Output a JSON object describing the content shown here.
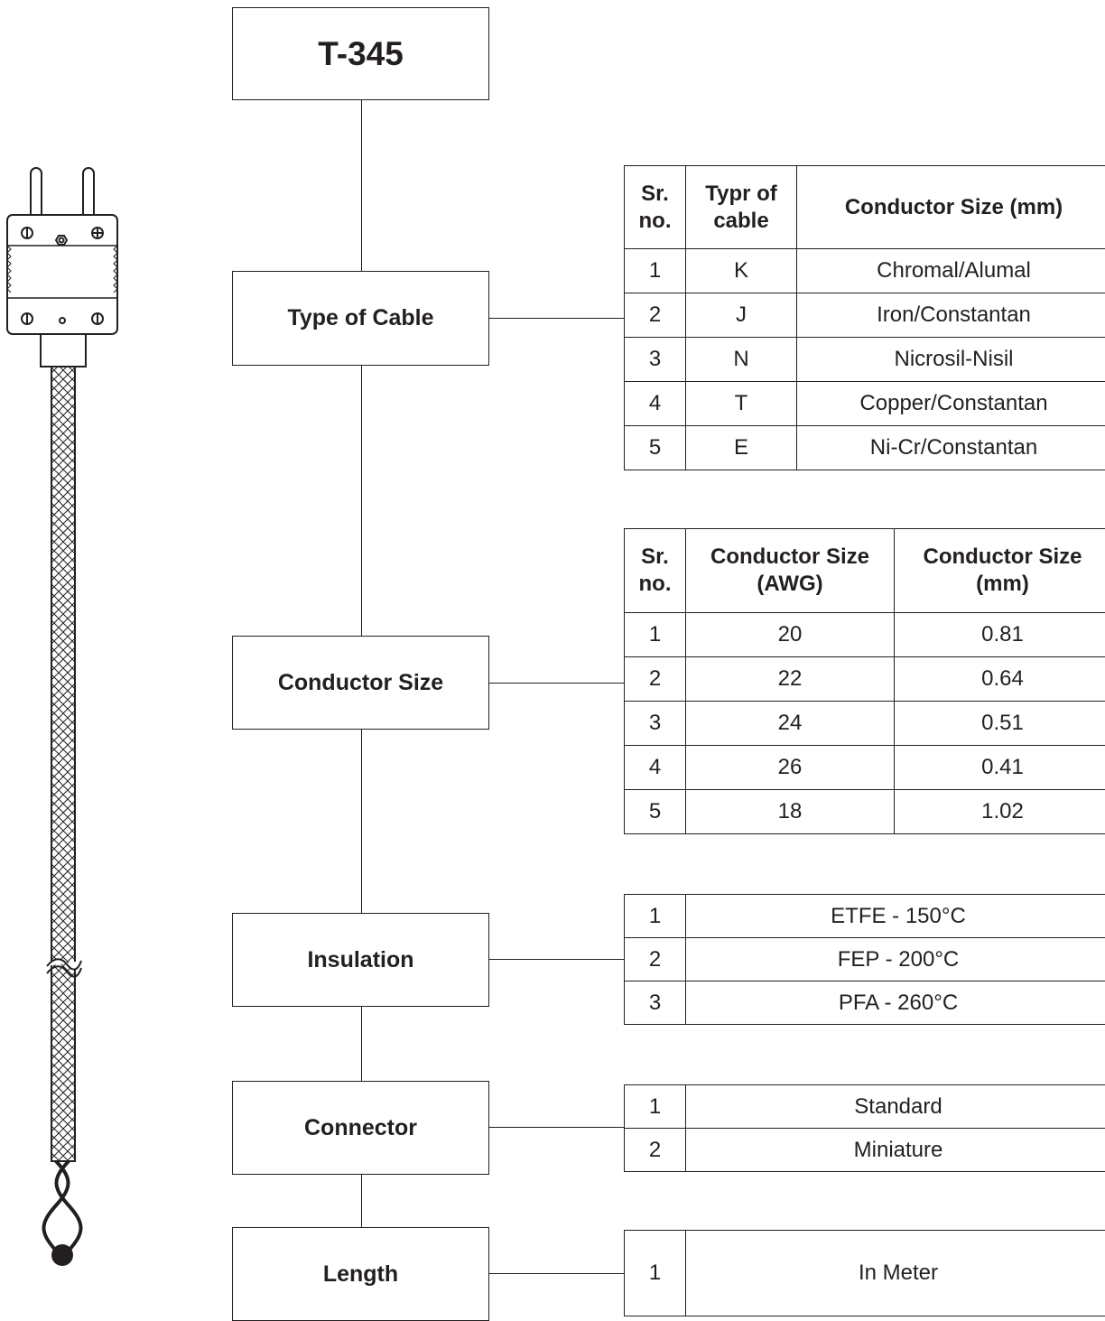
{
  "title": "T-345",
  "boxes": {
    "type_of_cable": "Type of Cable",
    "conductor_size": "Conductor Size",
    "insulation": "Insulation",
    "connector": "Connector",
    "length": "Length"
  },
  "table_cable": {
    "headers": [
      "Sr. no.",
      "Typr of cable",
      "Conductor Size (mm)"
    ],
    "rows": [
      [
        "1",
        "K",
        "Chromal/Alumal"
      ],
      [
        "2",
        "J",
        "Iron/Constantan"
      ],
      [
        "3",
        "N",
        "Nicrosil-Nisil"
      ],
      [
        "4",
        "T",
        "Copper/Constantan"
      ],
      [
        "5",
        "E",
        "Ni-Cr/Constantan"
      ]
    ]
  },
  "table_conductor": {
    "headers": [
      "Sr. no.",
      "Conductor Size (AWG)",
      "Conductor Size (mm)"
    ],
    "rows": [
      [
        "1",
        "20",
        "0.81"
      ],
      [
        "2",
        "22",
        "0.64"
      ],
      [
        "3",
        "24",
        "0.51"
      ],
      [
        "4",
        "26",
        "0.41"
      ],
      [
        "5",
        "18",
        "1.02"
      ]
    ]
  },
  "table_insulation": {
    "rows": [
      [
        "1",
        "ETFE - 150°C"
      ],
      [
        "2",
        "FEP - 200°C"
      ],
      [
        "3",
        "PFA - 260°C"
      ]
    ]
  },
  "table_connector": {
    "rows": [
      [
        "1",
        "Standard"
      ],
      [
        "2",
        "Miniature"
      ]
    ]
  },
  "table_length": {
    "rows": [
      [
        "1",
        "In Meter"
      ]
    ]
  }
}
